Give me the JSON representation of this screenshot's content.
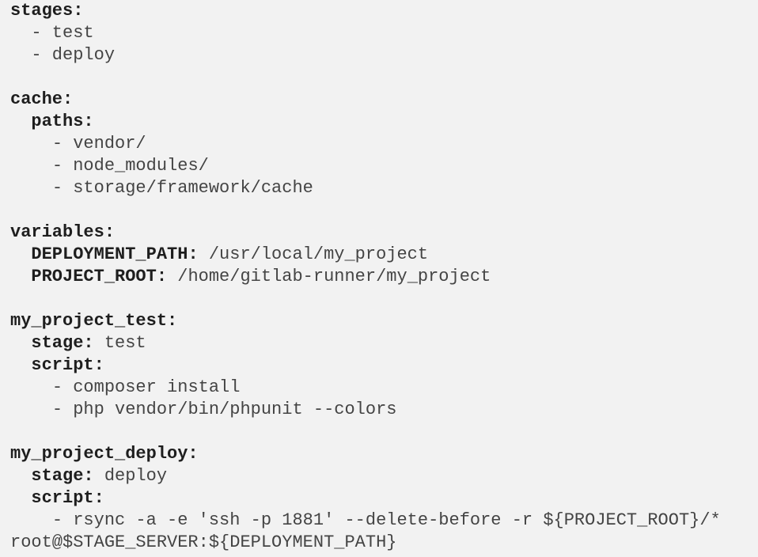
{
  "code_lines": [
    {
      "indent": "",
      "key": "stages:",
      "value": ""
    },
    {
      "indent": "  ",
      "key": "",
      "value": "- test"
    },
    {
      "indent": "  ",
      "key": "",
      "value": "- deploy"
    },
    {
      "indent": "",
      "key": "",
      "value": ""
    },
    {
      "indent": "",
      "key": "cache:",
      "value": ""
    },
    {
      "indent": "  ",
      "key": "paths:",
      "value": ""
    },
    {
      "indent": "    ",
      "key": "",
      "value": "- vendor/"
    },
    {
      "indent": "    ",
      "key": "",
      "value": "- node_modules/"
    },
    {
      "indent": "    ",
      "key": "",
      "value": "- storage/framework/cache"
    },
    {
      "indent": "",
      "key": "",
      "value": ""
    },
    {
      "indent": "",
      "key": "variables:",
      "value": ""
    },
    {
      "indent": "  ",
      "key": "DEPLOYMENT_PATH:",
      "value": " /usr/local/my_project"
    },
    {
      "indent": "  ",
      "key": "PROJECT_ROOT:",
      "value": " /home/gitlab-runner/my_project"
    },
    {
      "indent": "",
      "key": "",
      "value": ""
    },
    {
      "indent": "",
      "key": "my_project_test:",
      "value": ""
    },
    {
      "indent": "  ",
      "key": "stage:",
      "value": " test"
    },
    {
      "indent": "  ",
      "key": "script:",
      "value": ""
    },
    {
      "indent": "    ",
      "key": "",
      "value": "- composer install"
    },
    {
      "indent": "    ",
      "key": "",
      "value": "- php vendor/bin/phpunit --colors"
    },
    {
      "indent": "",
      "key": "",
      "value": ""
    },
    {
      "indent": "",
      "key": "my_project_deploy:",
      "value": ""
    },
    {
      "indent": "  ",
      "key": "stage:",
      "value": " deploy"
    },
    {
      "indent": "  ",
      "key": "script:",
      "value": ""
    },
    {
      "indent": "    ",
      "key": "",
      "value": "- rsync -a -e 'ssh -p 1881' --delete-before -r ${PROJECT_ROOT}/*"
    },
    {
      "indent": "",
      "key": "",
      "value": "root@$STAGE_SERVER:${DEPLOYMENT_PATH}"
    }
  ]
}
